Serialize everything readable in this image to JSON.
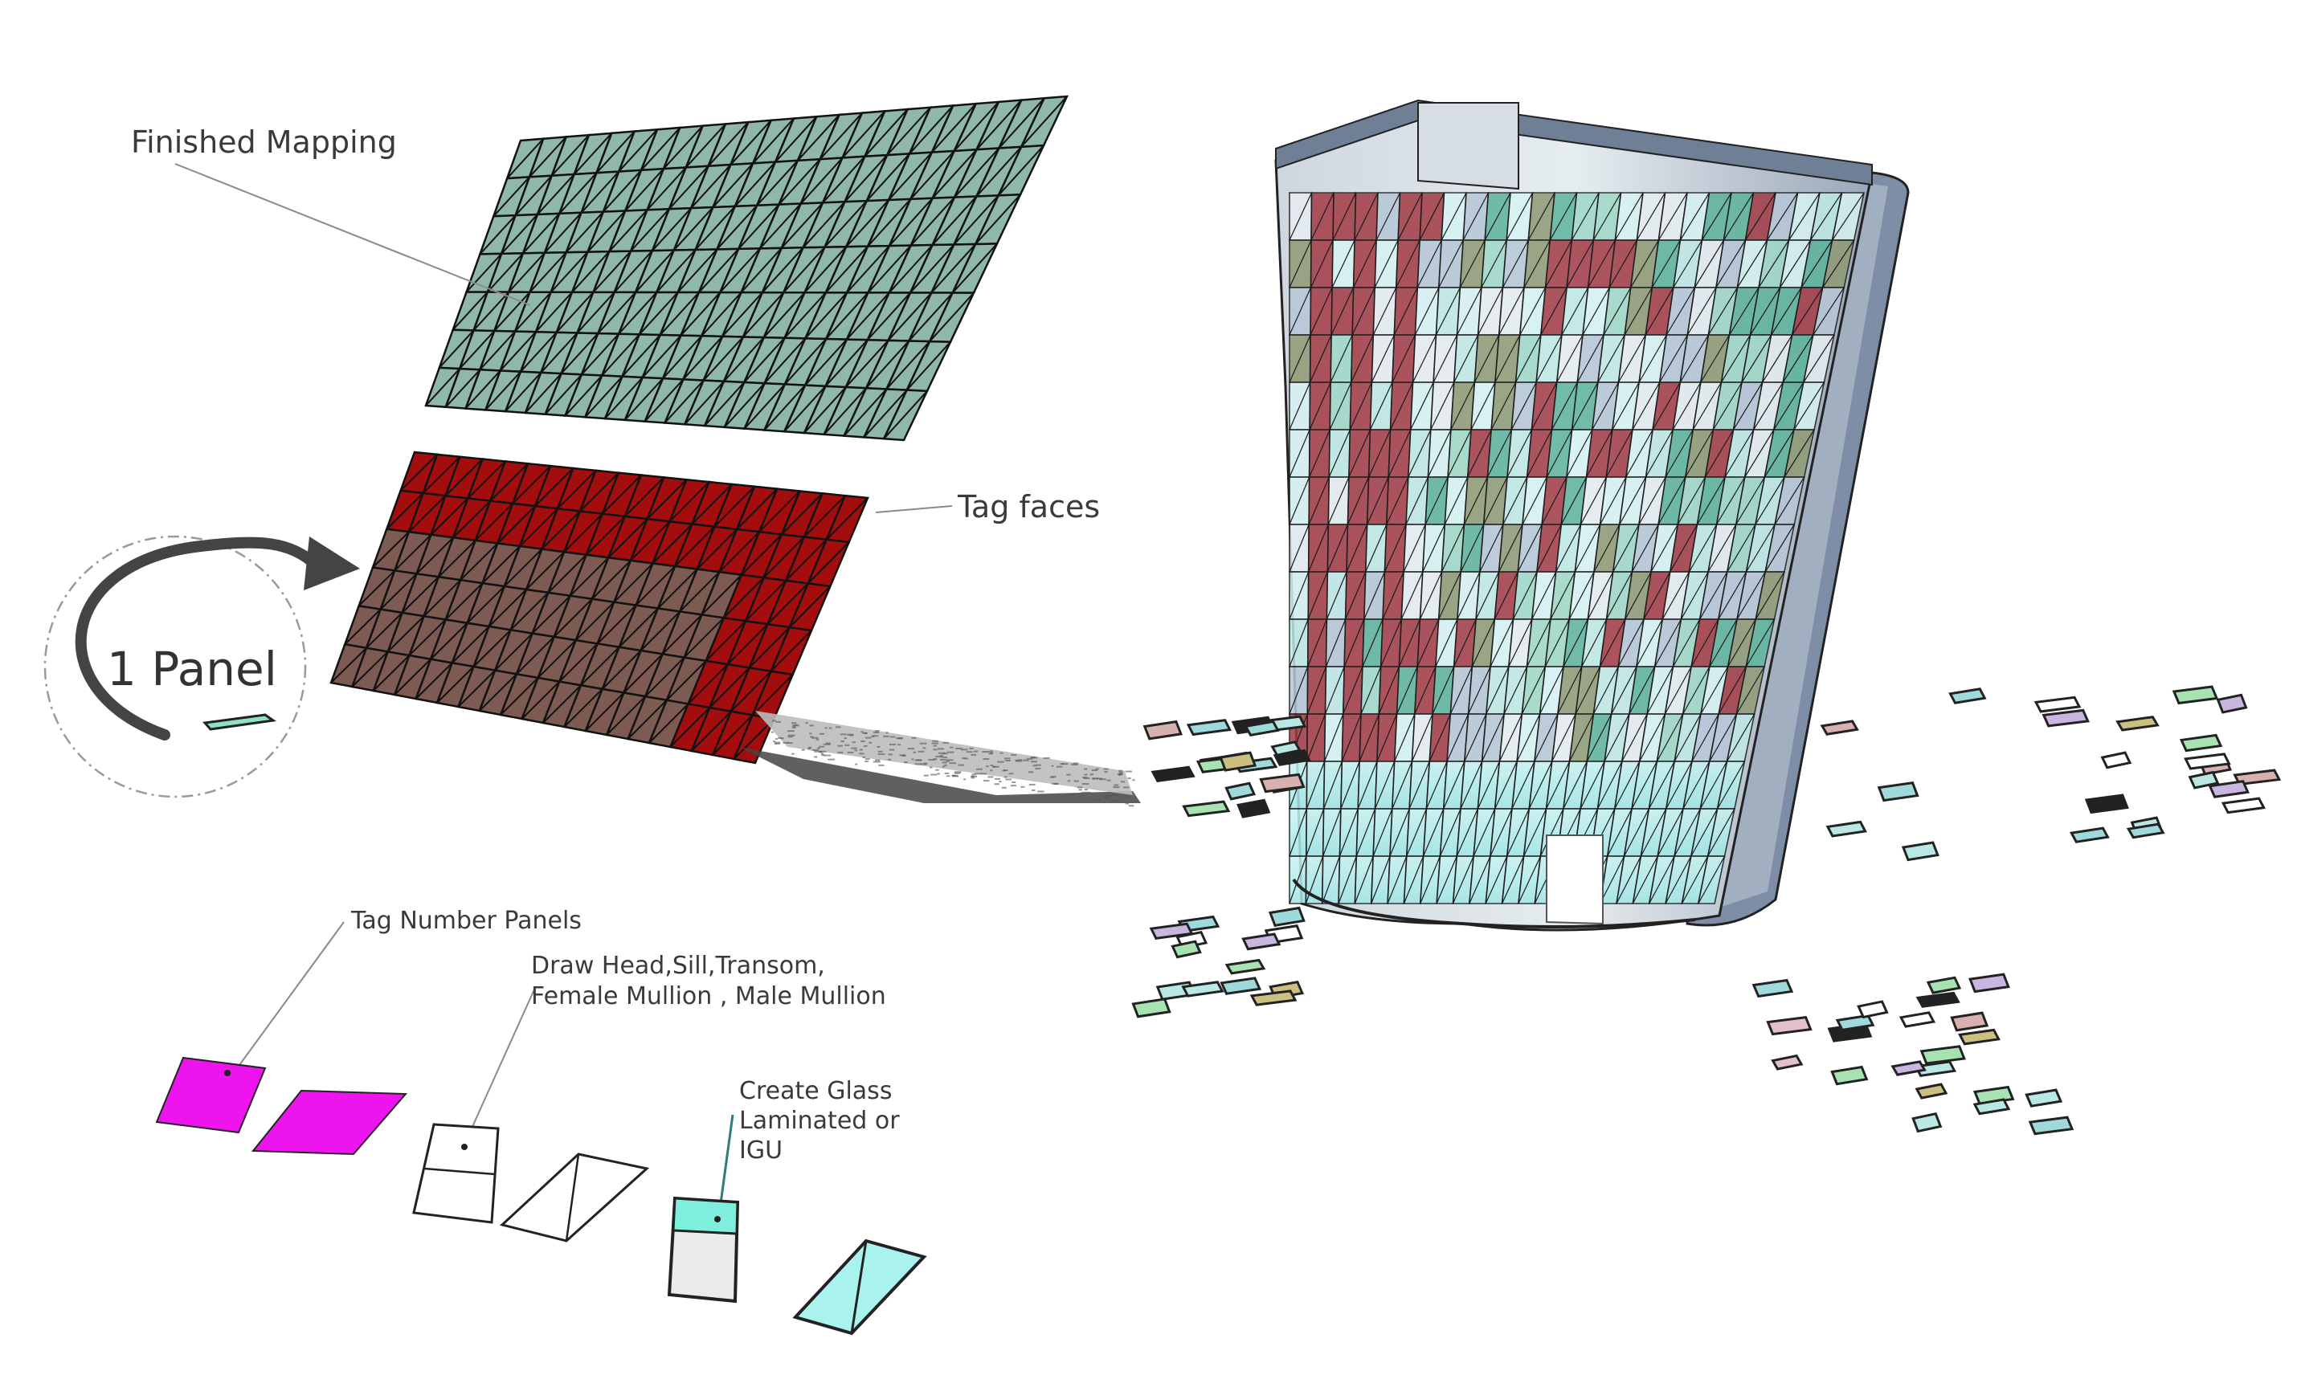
{
  "labels": {
    "finished_mapping": "Finished Mapping",
    "tag_faces": "Tag faces",
    "one_panel": "1 Panel",
    "tag_number_panels": "Tag Number Panels",
    "draw_members_line1": "Draw Head,Sill,Transom,",
    "draw_members_line2": "Female Mullion , Male Mullion",
    "create_glass_line1": "Create Glass",
    "create_glass_line2": "Laminated or",
    "create_glass_line3": "IGU"
  },
  "colors": {
    "mapping_fill": "#8fb8ab",
    "tag_red": "#a30d0d",
    "tag_brown": "#7d5b52",
    "grid_line": "#121212",
    "tag_magenta": "#ee14ee",
    "glass_cyan": "#7eeedd",
    "glass_light": "#aaf2ee",
    "tower_gray": "#7d8ea6",
    "leader_line": "#8a8a8a"
  }
}
